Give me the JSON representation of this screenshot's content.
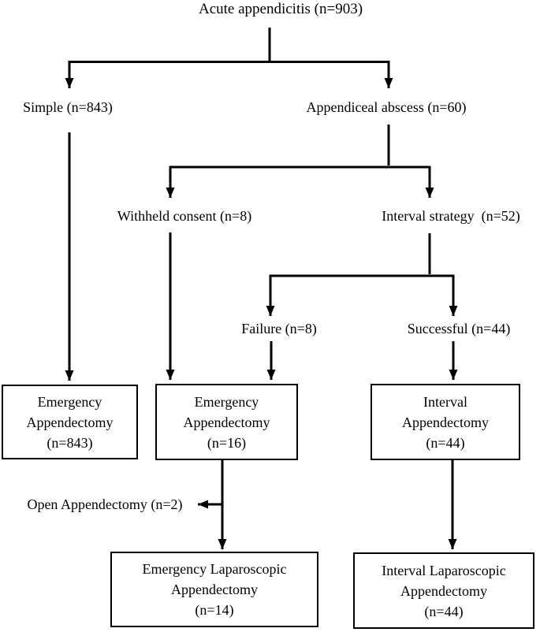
{
  "flowchart": {
    "title": "Acute appendicitis (n=903)",
    "level1": {
      "simple": "Simple (n=843)",
      "abscess": "Appendiceal abscess (n=60)"
    },
    "level2": {
      "withheld_consent": "Withheld consent (n=8)",
      "interval_strategy": "Interval strategy  (n=52)"
    },
    "level3": {
      "failure": "Failure (n=8)",
      "successful": "Successful (n=44)"
    },
    "side_label": {
      "open_appendectomy": "Open Appendectomy (n=2)"
    },
    "outcome_boxes": {
      "emergency_appendectomy_843": [
        "Emergency",
        "Appendectomy",
        "(n=843)"
      ],
      "emergency_appendectomy_16": [
        "Emergency",
        "Appendectomy",
        "(n=16)"
      ],
      "interval_appendectomy_44": [
        "Interval",
        "Appendectomy",
        "(n=44)"
      ],
      "emergency_laparoscopic_14": [
        "Emergency Laparoscopic",
        "Appendectomy",
        "(n=14)"
      ],
      "interval_laparoscopic_44": [
        "Interval Laparoscopic",
        "Appendectomy",
        "(n=44)"
      ]
    },
    "colors": {
      "line": "#000000",
      "background": "#ffffff",
      "text": "#000000"
    }
  }
}
